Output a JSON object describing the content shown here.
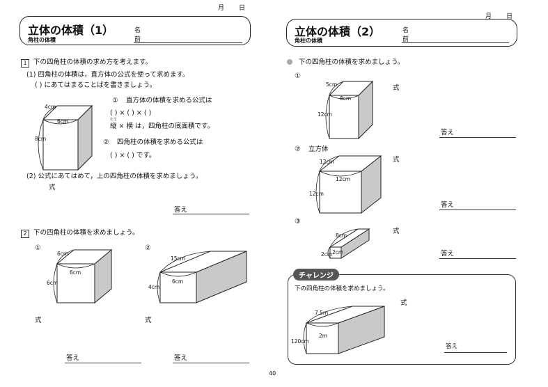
{
  "left": {
    "date": {
      "month": "月",
      "day": "日"
    },
    "title": "立体の体積（1）",
    "subtitle": "角柱の体積",
    "name_label_1": "名",
    "name_label_2": "前",
    "q1": {
      "number": "1",
      "intro": "下の四角柱の体積の求め方を考えます。",
      "p1_line1": "(1)  四角柱の体積は，直方体の公式を使って求めます。",
      "p1_line2": "(     ) にあてはまることばを書きましょう。",
      "s1_num": "①",
      "s1_text": "直方体の体積を求める公式は",
      "s1_blank": "(            ) × (            ) × (            )",
      "ruby": "たて",
      "s1_note": "縦 × 横 は，四角柱の底面積です。",
      "s2_num": "②",
      "s2_text": "四角柱の体積を求める公式は",
      "s2_blank": "(            ) × (            ) です。",
      "dims": {
        "a": "4cm",
        "b": "6cm",
        "c": "8cm"
      },
      "p2_line1": "(2)  公式にあてはめて，上の四角柱の体積を求めましょう。",
      "shiki": "式",
      "answer": "答え"
    },
    "q2": {
      "number": "2",
      "intro": "下の四角柱の体積を求めましょう。",
      "f1_num": "①",
      "f1_dims": {
        "a": "6cm",
        "b": "6cm",
        "c": "6cm"
      },
      "f2_num": "②",
      "f2_dims": {
        "a": "15cm",
        "b": "4cm",
        "c": "6cm"
      },
      "shiki1": "式",
      "shiki2": "式",
      "answer1": "答え",
      "answer2": "答え"
    }
  },
  "right": {
    "date": {
      "month": "月",
      "day": "日"
    },
    "title": "立体の体積（2）",
    "subtitle": "角柱の体積",
    "name_label_1": "名",
    "name_label_2": "前",
    "intro": "下の四角柱の体積を求めましょう。",
    "f1_num": "①",
    "f1_dims": {
      "a": "5cm",
      "b": "8cm",
      "c": "12cm"
    },
    "f2_num": "②",
    "f2_label": "立方体",
    "f2_dims": {
      "a": "12cm",
      "b": "12cm",
      "c": "12cm"
    },
    "f3_num": "③",
    "f3_dims": {
      "a": "8cm",
      "b": "2cm",
      "c": "2cm"
    },
    "shiki1": "式",
    "shiki2": "式",
    "shiki3": "式",
    "answer1": "答え",
    "answer2": "答え",
    "answer3": "答え",
    "challenge": {
      "tag": "チャレンジ",
      "text": "下の四角柱の体積を求めましょう。",
      "dims": {
        "a": "7.5m",
        "b": "120cm",
        "c": "2m"
      },
      "shiki": "式",
      "answer": "答え"
    }
  },
  "page_number": "40"
}
